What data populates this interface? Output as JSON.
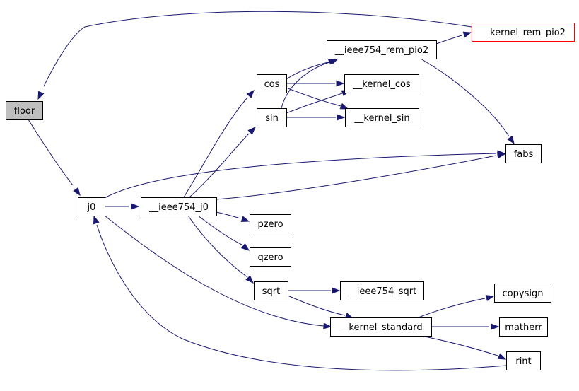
{
  "diagram": {
    "colors": {
      "edge": "#191970",
      "node_border": "#000000",
      "node_fill": "#ffffff",
      "root_fill": "#bfbfbf",
      "external_border": "#ff0000"
    },
    "nodes": [
      {
        "id": "floor",
        "label": "floor",
        "kind": "root"
      },
      {
        "id": "j0",
        "label": "j0"
      },
      {
        "id": "ieee754_j0",
        "label": "__ieee754_j0"
      },
      {
        "id": "cos",
        "label": "cos"
      },
      {
        "id": "sin",
        "label": "sin"
      },
      {
        "id": "ieee754_rem_pio2",
        "label": "__ieee754_rem_pio2"
      },
      {
        "id": "kernel_rem_pio2",
        "label": "__kernel_rem_pio2",
        "kind": "ext"
      },
      {
        "id": "kernel_cos",
        "label": "__kernel_cos"
      },
      {
        "id": "kernel_sin",
        "label": "__kernel_sin"
      },
      {
        "id": "fabs",
        "label": "fabs"
      },
      {
        "id": "pzero",
        "label": "pzero"
      },
      {
        "id": "qzero",
        "label": "qzero"
      },
      {
        "id": "sqrt",
        "label": "sqrt"
      },
      {
        "id": "ieee754_sqrt",
        "label": "__ieee754_sqrt"
      },
      {
        "id": "kernel_standard",
        "label": "__kernel_standard"
      },
      {
        "id": "copysign",
        "label": "copysign"
      },
      {
        "id": "matherr",
        "label": "matherr"
      },
      {
        "id": "rint",
        "label": "rint"
      }
    ],
    "edges": [
      {
        "from": "floor",
        "to": "j0"
      },
      {
        "from": "j0",
        "to": "ieee754_j0"
      },
      {
        "from": "j0",
        "to": "fabs"
      },
      {
        "from": "j0",
        "to": "kernel_standard"
      },
      {
        "from": "ieee754_j0",
        "to": "cos"
      },
      {
        "from": "ieee754_j0",
        "to": "sin"
      },
      {
        "from": "ieee754_j0",
        "to": "fabs"
      },
      {
        "from": "ieee754_j0",
        "to": "pzero"
      },
      {
        "from": "ieee754_j0",
        "to": "qzero"
      },
      {
        "from": "ieee754_j0",
        "to": "sqrt"
      },
      {
        "from": "cos",
        "to": "ieee754_rem_pio2"
      },
      {
        "from": "cos",
        "to": "kernel_cos"
      },
      {
        "from": "cos",
        "to": "kernel_sin"
      },
      {
        "from": "sin",
        "to": "ieee754_rem_pio2"
      },
      {
        "from": "sin",
        "to": "kernel_cos"
      },
      {
        "from": "sin",
        "to": "kernel_sin"
      },
      {
        "from": "ieee754_rem_pio2",
        "to": "kernel_rem_pio2"
      },
      {
        "from": "ieee754_rem_pio2",
        "to": "fabs"
      },
      {
        "from": "kernel_rem_pio2",
        "to": "floor"
      },
      {
        "from": "sqrt",
        "to": "ieee754_sqrt"
      },
      {
        "from": "sqrt",
        "to": "kernel_standard"
      },
      {
        "from": "kernel_standard",
        "to": "copysign"
      },
      {
        "from": "kernel_standard",
        "to": "matherr"
      },
      {
        "from": "kernel_standard",
        "to": "rint"
      },
      {
        "from": "rint",
        "to": "j0"
      }
    ]
  }
}
